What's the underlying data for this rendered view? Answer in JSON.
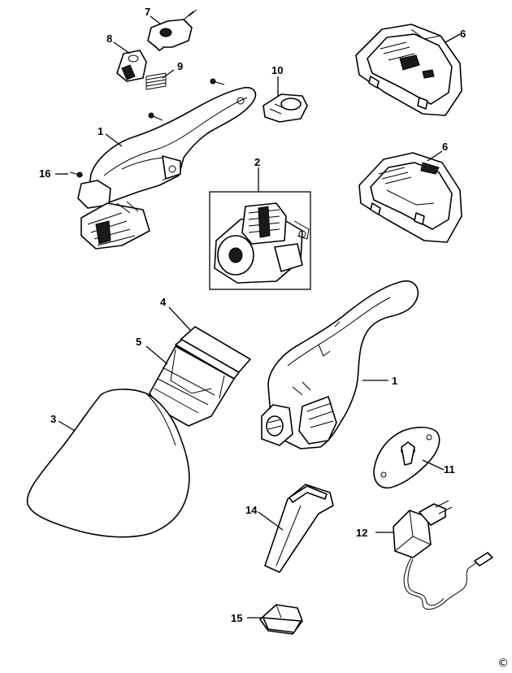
{
  "callouts": {
    "c1a": "1",
    "c1b": "1",
    "c2": "2",
    "c3": "3",
    "c4": "4",
    "c5": "5",
    "c6a": "6",
    "c6b": "6",
    "c7": "7",
    "c8": "8",
    "c9": "9",
    "c10": "10",
    "c11": "11",
    "c12": "12",
    "c14": "14",
    "c15": "15",
    "c16": "16"
  },
  "copyright": "©"
}
